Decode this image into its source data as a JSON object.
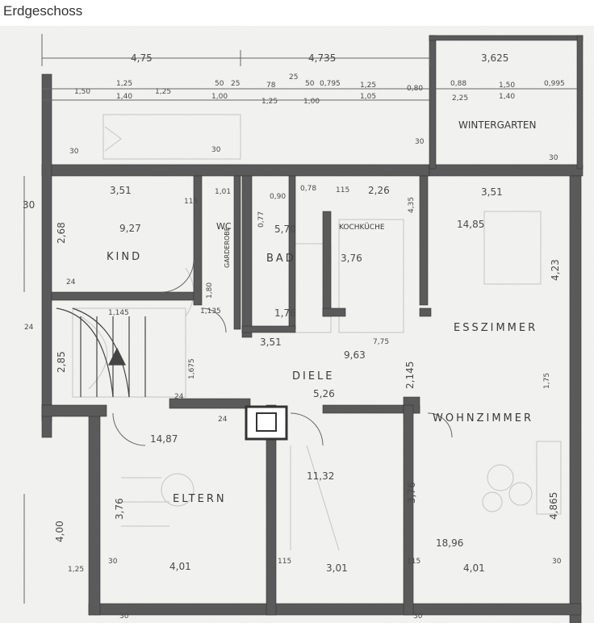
{
  "caption": "Erdgeschoss",
  "rooms": {
    "wintergarten": "WINTERGARTEN",
    "kind": "KIND",
    "wc": "WC",
    "bad": "BAD",
    "kochkueche": "KOCHKÜCHE",
    "esszimmer": "ESSZIMMER",
    "diele": "DIELE",
    "wohnzimmer": "WOHNZIMMER",
    "eltern": "ELTERN",
    "garderobe": "GARDEROBE"
  },
  "areas": {
    "kind": "9,27",
    "bad": "5,70",
    "kueche": "3,76",
    "esszimmer": "14,85",
    "diele_a": "9,63",
    "diele_b": "5,26",
    "eltern": "14,87",
    "mitte": "11,32",
    "wohnzimmer": "18,96"
  },
  "dims": {
    "top_475": "4,75",
    "top_4735": "4,735",
    "top_3625": "3,625",
    "d_150": "1,50",
    "d_125a": "1,25",
    "d_140a": "1,40",
    "d_125b": "1,25",
    "d_50": "50",
    "d_25": "25",
    "d_78": "78",
    "d_125c": "1,25",
    "d_100a": "1,00",
    "d_100b": "1,00",
    "d_25b": "25",
    "d_50b": "50",
    "d_0795": "0,795",
    "d_125d": "1,25",
    "d_105": "1,05",
    "d_080": "0,80",
    "d_088": "0,88",
    "d_225": "2,25",
    "d_150b": "1,50",
    "d_140b": "1,40",
    "d_0995": "0,995",
    "d_30a": "30",
    "d_30b": "30",
    "d_30c": "30",
    "d_30d": "30",
    "kind_351": "3,51",
    "kind_268": "2,68",
    "wc_101": "1,01",
    "wc_115": "115",
    "wc_180": "1,80",
    "wc_1135": "1,135",
    "bad_077": "0,77",
    "bad_090": "0,90",
    "bad_176": "1,76",
    "kue_078": "0,78",
    "kue_115": "115",
    "kue_226": "2,26",
    "kue_435": "4,35",
    "ess_351": "3,51",
    "ess_423": "4,23",
    "diele_351": "3,51",
    "diele_775": "7,75",
    "diele_214": "2,145",
    "diele_175": "1,75",
    "diele_1675": "1,675",
    "stair_114": "1,145",
    "left_24a": "24",
    "left_24b": "24",
    "left_285": "2,85",
    "left_30": "30",
    "left_400": "4,00",
    "left_125": "1,25",
    "mid_24a": "24",
    "mid_24b": "24",
    "elt_376": "3,76",
    "elt_401": "4,01",
    "elt_30": "30",
    "mid_376": "3,76",
    "mid_301": "3,01",
    "mid_115a": "115",
    "mid_115b": "115",
    "wohn_401": "4,01",
    "wohn_4865": "4,865",
    "wohn_30": "30",
    "bot_30": "30",
    "bot_30b": "30"
  }
}
